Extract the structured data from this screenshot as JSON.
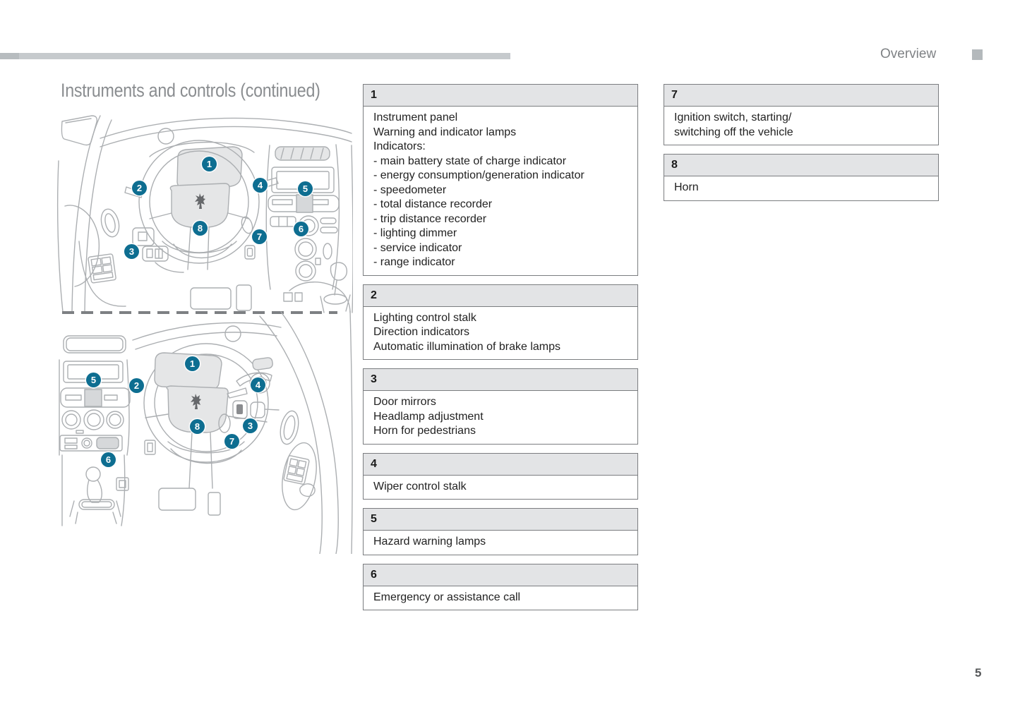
{
  "header": {
    "section_label": "Overview"
  },
  "page": {
    "title": "Instruments and controls (continued)",
    "number": "5"
  },
  "tables": [
    {
      "num": "1",
      "lines": [
        "Instrument panel",
        "Warning and indicator lamps",
        "Indicators:",
        "- main battery state of charge indicator",
        "- energy consumption/generation indicator",
        "- speedometer",
        "- total distance recorder",
        "- trip distance recorder",
        "- lighting dimmer",
        "- service indicator",
        "- range indicator"
      ]
    },
    {
      "num": "2",
      "lines": [
        "Lighting control stalk",
        "Direction indicators",
        "Automatic illumination of brake lamps"
      ]
    },
    {
      "num": "3",
      "lines": [
        "Door mirrors",
        "Headlamp adjustment",
        "Horn for pedestrians"
      ]
    },
    {
      "num": "4",
      "lines": [
        "Wiper control stalk"
      ]
    },
    {
      "num": "5",
      "lines": [
        "Hazard warning lamps"
      ]
    },
    {
      "num": "6",
      "lines": [
        "Emergency or assistance call"
      ]
    },
    {
      "num": "7",
      "lines": [
        "Ignition switch, starting/",
        "switching off the vehicle"
      ]
    },
    {
      "num": "8",
      "lines": [
        "Horn"
      ]
    }
  ],
  "diagrams": {
    "accent_color": "#0e6e91",
    "line_color": "#acafb2",
    "logo_icon": "peugeot-lion-icon",
    "top": {
      "callouts": [
        {
          "label": "1"
        },
        {
          "label": "2"
        },
        {
          "label": "3"
        },
        {
          "label": "4"
        },
        {
          "label": "5"
        },
        {
          "label": "6"
        },
        {
          "label": "7"
        },
        {
          "label": "8"
        }
      ]
    },
    "bottom": {
      "callouts": [
        {
          "label": "1"
        },
        {
          "label": "2"
        },
        {
          "label": "3"
        },
        {
          "label": "4"
        },
        {
          "label": "5"
        },
        {
          "label": "6"
        },
        {
          "label": "7"
        },
        {
          "label": "8"
        }
      ]
    }
  }
}
